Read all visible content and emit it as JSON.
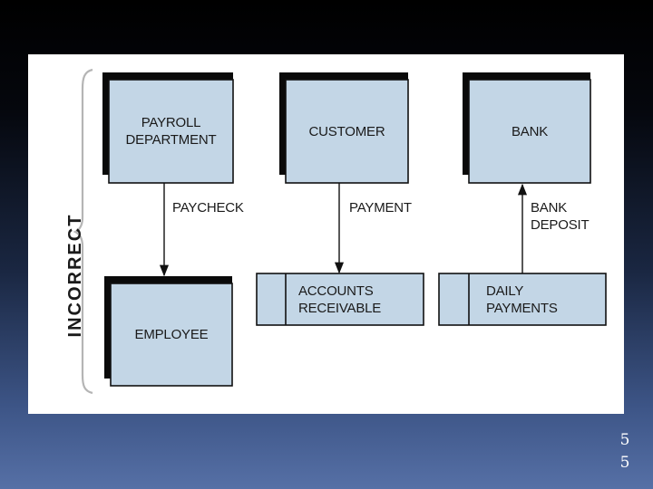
{
  "side_label": "INCORRECT",
  "entities": {
    "payroll": "PAYROLL\nDEPARTMENT",
    "customer": "CUSTOMER",
    "bank": "BANK",
    "employee": "EMPLOYEE"
  },
  "data_stores": {
    "accounts_receivable": "ACCOUNTS\nRECEIVABLE",
    "daily_payments": "DAILY\nPAYMENTS"
  },
  "flows": {
    "paycheck": "PAYCHECK",
    "payment": "PAYMENT",
    "bank_deposit": "BANK\nDEPOSIT"
  },
  "page_number": "55",
  "colors": {
    "entity_fill": "#c3d6e6",
    "panel": "#ffffff"
  }
}
